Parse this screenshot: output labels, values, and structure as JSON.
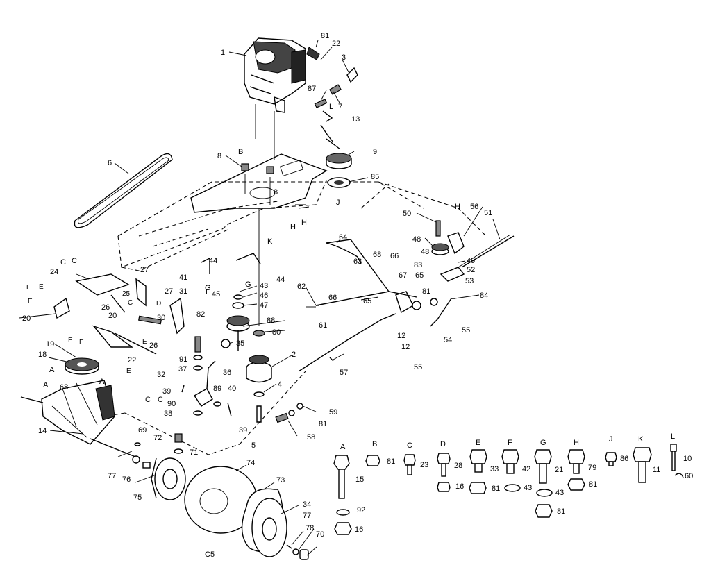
{
  "diagram": {
    "caption": "C5",
    "callouts": [
      {
        "id": "c1",
        "text": "1"
      },
      {
        "id": "c81a",
        "text": "81"
      },
      {
        "id": "c22",
        "text": "22"
      },
      {
        "id": "c3",
        "text": "3"
      },
      {
        "id": "c87",
        "text": "87"
      },
      {
        "id": "c7",
        "text": "7"
      },
      {
        "id": "c13",
        "text": "13"
      },
      {
        "id": "cL1",
        "text": "L"
      },
      {
        "id": "c9",
        "text": "9"
      },
      {
        "id": "c8a",
        "text": "8"
      },
      {
        "id": "cB1",
        "text": "B"
      },
      {
        "id": "c8b",
        "text": "8"
      },
      {
        "id": "c6",
        "text": "6"
      },
      {
        "id": "c85",
        "text": "85"
      },
      {
        "id": "cJ1",
        "text": "J"
      },
      {
        "id": "cH1",
        "text": "H"
      },
      {
        "id": "cH2",
        "text": "H"
      },
      {
        "id": "cK1",
        "text": "K"
      },
      {
        "id": "c50",
        "text": "50"
      },
      {
        "id": "cH3",
        "text": "H"
      },
      {
        "id": "c56",
        "text": "56"
      },
      {
        "id": "c51",
        "text": "51"
      },
      {
        "id": "c64",
        "text": "64"
      },
      {
        "id": "c48a",
        "text": "48"
      },
      {
        "id": "c68a",
        "text": "68"
      },
      {
        "id": "c66a",
        "text": "66"
      },
      {
        "id": "c48b",
        "text": "48"
      },
      {
        "id": "c63",
        "text": "63"
      },
      {
        "id": "c83",
        "text": "83"
      },
      {
        "id": "c49",
        "text": "49"
      },
      {
        "id": "c52",
        "text": "52"
      },
      {
        "id": "c53",
        "text": "53"
      },
      {
        "id": "c65a",
        "text": "65"
      },
      {
        "id": "c67",
        "text": "67"
      },
      {
        "id": "c81b",
        "text": "81"
      },
      {
        "id": "c84",
        "text": "84"
      },
      {
        "id": "c62",
        "text": "62"
      },
      {
        "id": "c66b",
        "text": "66"
      },
      {
        "id": "c65b",
        "text": "65"
      },
      {
        "id": "c55a",
        "text": "55"
      },
      {
        "id": "c61",
        "text": "61"
      },
      {
        "id": "c12a",
        "text": "12"
      },
      {
        "id": "c12b",
        "text": "12"
      },
      {
        "id": "c54",
        "text": "54"
      },
      {
        "id": "c55b",
        "text": "55"
      },
      {
        "id": "c57",
        "text": "57"
      },
      {
        "id": "cC1",
        "text": "C"
      },
      {
        "id": "cC2",
        "text": "C"
      },
      {
        "id": "c24",
        "text": "24"
      },
      {
        "id": "c27a",
        "text": "27"
      },
      {
        "id": "c41",
        "text": "41"
      },
      {
        "id": "c44a",
        "text": "44"
      },
      {
        "id": "c44b",
        "text": "44"
      },
      {
        "id": "cG1",
        "text": "G"
      },
      {
        "id": "cG2",
        "text": "G"
      },
      {
        "id": "cF1",
        "text": "F"
      },
      {
        "id": "c45",
        "text": "45"
      },
      {
        "id": "c43",
        "text": "43"
      },
      {
        "id": "c46",
        "text": "46"
      },
      {
        "id": "c47",
        "text": "47"
      },
      {
        "id": "cE1",
        "text": "E"
      },
      {
        "id": "cE2",
        "text": "E"
      },
      {
        "id": "cE3",
        "text": "E"
      },
      {
        "id": "c25",
        "text": "25"
      },
      {
        "id": "c27b",
        "text": "27"
      },
      {
        "id": "c31",
        "text": "31"
      },
      {
        "id": "cC3",
        "text": "C"
      },
      {
        "id": "cD1",
        "text": "D"
      },
      {
        "id": "c26a",
        "text": "26"
      },
      {
        "id": "c20a",
        "text": "20"
      },
      {
        "id": "c20b",
        "text": "20"
      },
      {
        "id": "c30",
        "text": "30"
      },
      {
        "id": "c82",
        "text": "82"
      },
      {
        "id": "c88",
        "text": "88"
      },
      {
        "id": "c80",
        "text": "80"
      },
      {
        "id": "c35",
        "text": "35"
      },
      {
        "id": "c19",
        "text": "19"
      },
      {
        "id": "cE4",
        "text": "E"
      },
      {
        "id": "cE5",
        "text": "E"
      },
      {
        "id": "c26b",
        "text": "26"
      },
      {
        "id": "cE6",
        "text": "E"
      },
      {
        "id": "c18",
        "text": "18"
      },
      {
        "id": "c91",
        "text": "91"
      },
      {
        "id": "c2",
        "text": "2"
      },
      {
        "id": "c22b",
        "text": "22"
      },
      {
        "id": "cE7",
        "text": "E"
      },
      {
        "id": "c36",
        "text": "36"
      },
      {
        "id": "c37",
        "text": "37"
      },
      {
        "id": "cA1",
        "text": "A"
      },
      {
        "id": "c68b",
        "text": "68"
      },
      {
        "id": "cA2",
        "text": "A"
      },
      {
        "id": "cA3",
        "text": "A"
      },
      {
        "id": "c32",
        "text": "32"
      },
      {
        "id": "c89",
        "text": "89"
      },
      {
        "id": "c4",
        "text": "4"
      },
      {
        "id": "c40",
        "text": "40"
      },
      {
        "id": "cC4",
        "text": "C"
      },
      {
        "id": "cC5",
        "text": "C"
      },
      {
        "id": "c39a",
        "text": "39"
      },
      {
        "id": "c90",
        "text": "90"
      },
      {
        "id": "c38",
        "text": "38"
      },
      {
        "id": "c59",
        "text": "59"
      },
      {
        "id": "c81c",
        "text": "81"
      },
      {
        "id": "c14",
        "text": "14"
      },
      {
        "id": "c69",
        "text": "69"
      },
      {
        "id": "c39b",
        "text": "39"
      },
      {
        "id": "c72",
        "text": "72"
      },
      {
        "id": "c58",
        "text": "58"
      },
      {
        "id": "c5",
        "text": "5"
      },
      {
        "id": "c71",
        "text": "71"
      },
      {
        "id": "c74",
        "text": "74"
      },
      {
        "id": "c77a",
        "text": "77"
      },
      {
        "id": "c76",
        "text": "76"
      },
      {
        "id": "c73",
        "text": "73"
      },
      {
        "id": "c75",
        "text": "75"
      },
      {
        "id": "c34",
        "text": "34"
      },
      {
        "id": "c77b",
        "text": "77"
      },
      {
        "id": "c78",
        "text": "78"
      },
      {
        "id": "c70",
        "text": "70"
      }
    ],
    "hardware": [
      {
        "letter": "A",
        "bolt": "15",
        "extras": [
          "92",
          "16"
        ]
      },
      {
        "letter": "B",
        "bolt": "81",
        "extras": []
      },
      {
        "letter": "C",
        "bolt": "23",
        "extras": []
      },
      {
        "letter": "D",
        "bolt": "28",
        "extras": [
          "16"
        ]
      },
      {
        "letter": "E",
        "bolt": "33",
        "extras": [
          "81"
        ]
      },
      {
        "letter": "F",
        "bolt": "42",
        "extras": [
          "43"
        ]
      },
      {
        "letter": "G",
        "bolt": "21",
        "extras": [
          "43",
          "81"
        ]
      },
      {
        "letter": "H",
        "bolt": "79",
        "extras": [
          "81"
        ]
      },
      {
        "letter": "J",
        "bolt": "86",
        "extras": []
      },
      {
        "letter": "K",
        "bolt": "11",
        "extras": []
      },
      {
        "letter": "L",
        "bolt": "10",
        "extras": [
          "60"
        ]
      }
    ]
  }
}
